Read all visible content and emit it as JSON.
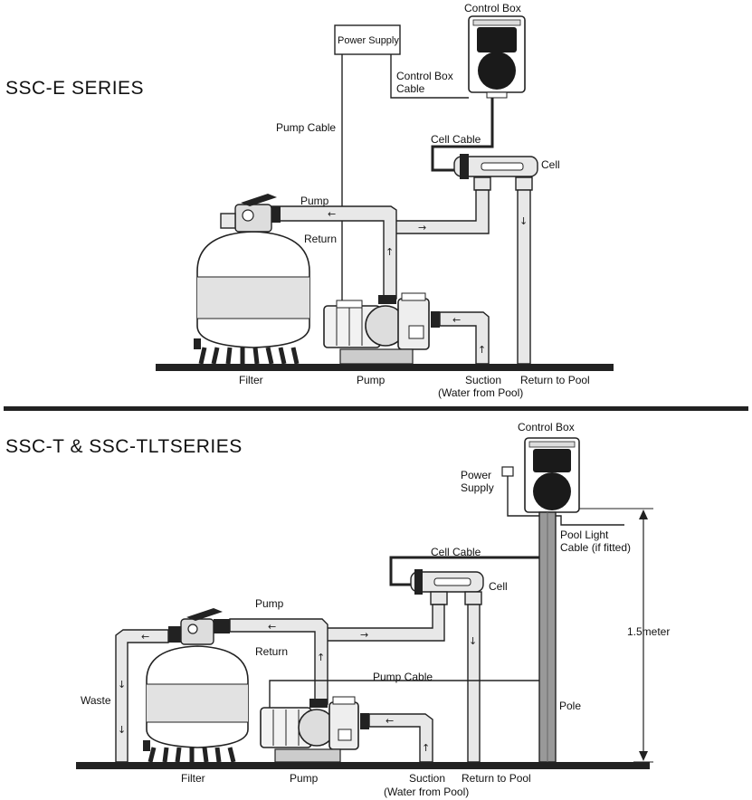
{
  "top": {
    "title": "SSC-E SERIES",
    "labels": {
      "control_box": "Control Box",
      "power_supply": "Power Supply",
      "control_box_cable_1": "Control Box",
      "control_box_cable_2": "Cable",
      "pump_cable": "Pump Cable",
      "cell_cable": "Cell Cable",
      "cell": "Cell",
      "pump_line": "Pump",
      "return_line": "Return",
      "filter": "Filter",
      "pump": "Pump",
      "suction_1": "Suction",
      "suction_2": "(Water from Pool)",
      "return_to_pool": "Return to Pool"
    }
  },
  "bottom": {
    "title": "SSC-T & SSC-TLTSERIES",
    "labels": {
      "control_box": "Control Box",
      "power_supply_1": "Power",
      "power_supply_2": "Supply",
      "pool_light_1": "Pool Light",
      "pool_light_2": "Cable (if fitted)",
      "cell_cable": "Cell Cable",
      "cell": "Cell",
      "pump_line": "Pump",
      "return_line": "Return",
      "pump_cable": "Pump Cable",
      "waste": "Waste",
      "height": "1.5meter",
      "pole": "Pole",
      "filter": "Filter",
      "pump": "Pump",
      "suction_1": "Suction",
      "suction_2": "(Water from Pool)",
      "return_to_pool": "Return to Pool"
    }
  },
  "arrow_glyphs": {
    "left": "←",
    "right": "→",
    "up": "↑",
    "down": "↓"
  }
}
